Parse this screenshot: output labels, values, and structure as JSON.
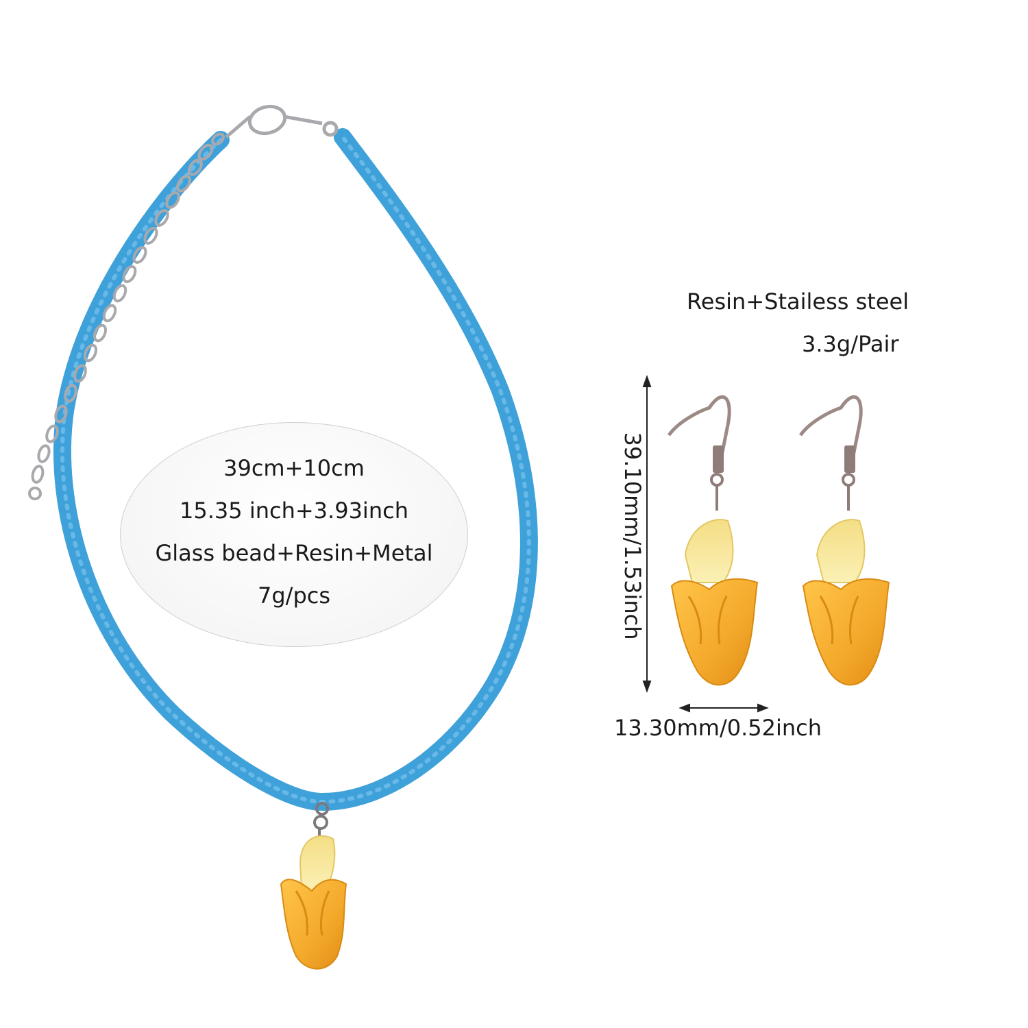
{
  "necklace": {
    "specs": [
      "39cm+10cm",
      "15.35 inch+3.93inch",
      "Glass bead+Resin+Metal",
      "7g/pcs"
    ]
  },
  "earrings": {
    "material": "Resin+Stailess steel",
    "weight": "3.3g/Pair",
    "height_dimension": "39.10mm/1.53inch",
    "width_dimension": "13.30mm/0.52inch"
  },
  "colors": {
    "beads": "#3fa1d9",
    "banana_peel": "#f4a92b",
    "banana_fruit": "#f7e690",
    "metal": "#a9a9ad",
    "background": "#ffffff"
  }
}
